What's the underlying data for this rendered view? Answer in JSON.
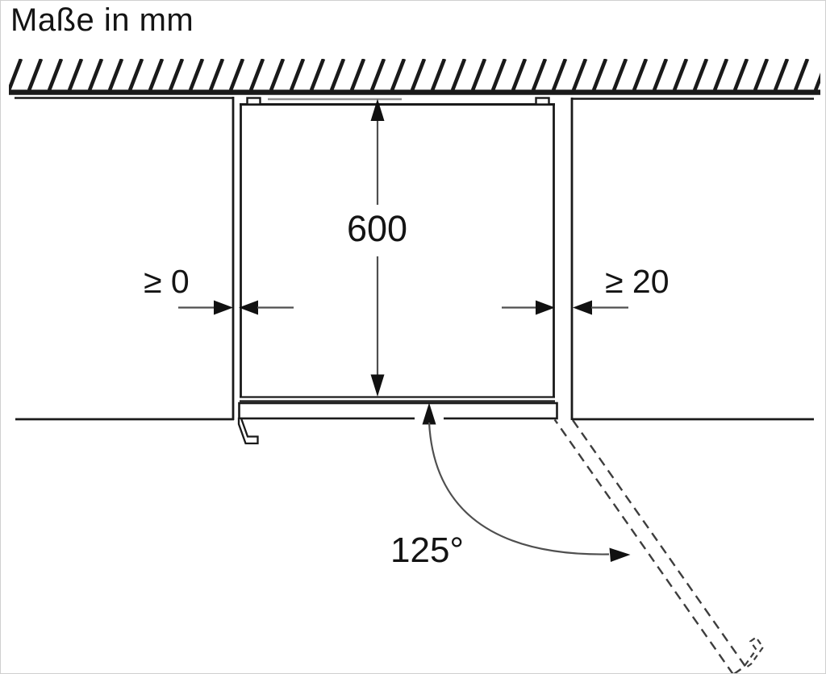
{
  "title": "Maße in mm",
  "diagram": {
    "description_elements": {
      "wall": "hatched-wall-section",
      "niche": "appliance-niche-outline",
      "door_closed": "door-closed-solid-outline",
      "door_open": "door-open-dashed-outline",
      "door_handle": "door-handle-shape"
    },
    "dimensions": {
      "depth": {
        "value": "600"
      },
      "left_clearance": {
        "value": "≥ 0"
      },
      "right_clearance": {
        "value": "≥ 20"
      },
      "door_angle": {
        "value": "125°"
      }
    }
  },
  "colors": {
    "line": "#1a1a1a",
    "dimension_line": "#4f4f4f",
    "arrowhead": "#111111",
    "reference_line": "#8f8f8f",
    "dashed_door": "#3d3d3d",
    "text": "#141414",
    "background": "#ffffff",
    "frame_border": "#cfcfcf"
  }
}
